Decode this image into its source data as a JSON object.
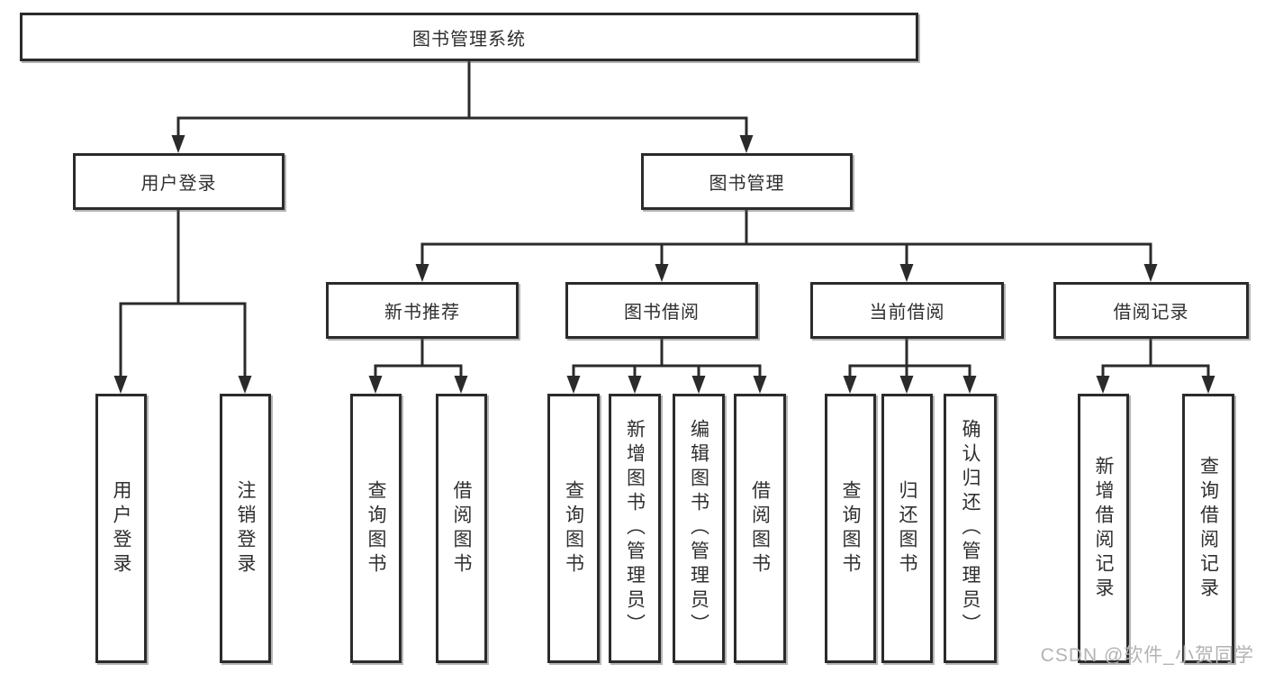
{
  "tree": {
    "root": {
      "label": "图书管理系统"
    },
    "branches": [
      {
        "label": "用户登录",
        "children": [
          {
            "label": "用户登录"
          },
          {
            "label": "注销登录"
          }
        ]
      },
      {
        "label": "图书管理",
        "children": [
          {
            "label": "新书推荐",
            "children": [
              {
                "label": "查询图书"
              },
              {
                "label": "借阅图书"
              }
            ]
          },
          {
            "label": "图书借阅",
            "children": [
              {
                "label": "查询图书"
              },
              {
                "label": "新增图书（管理员）"
              },
              {
                "label": "编辑图书（管理员）"
              },
              {
                "label": "借阅图书"
              }
            ]
          },
          {
            "label": "当前借阅",
            "children": [
              {
                "label": "查询图书"
              },
              {
                "label": "归还图书"
              },
              {
                "label": "确认归还（管理员）"
              }
            ]
          },
          {
            "label": "借阅记录",
            "children": [
              {
                "label": "新增借阅记录"
              },
              {
                "label": "查询借阅记录"
              }
            ]
          }
        ]
      }
    ]
  },
  "watermark": "CSDN @软件_小贺同学",
  "colors": {
    "line": "#2b2b2b",
    "box_border": "#2b2b2b",
    "text": "#2f2f2f",
    "watermark": "#b3b3b3",
    "background": "#ffffff"
  }
}
